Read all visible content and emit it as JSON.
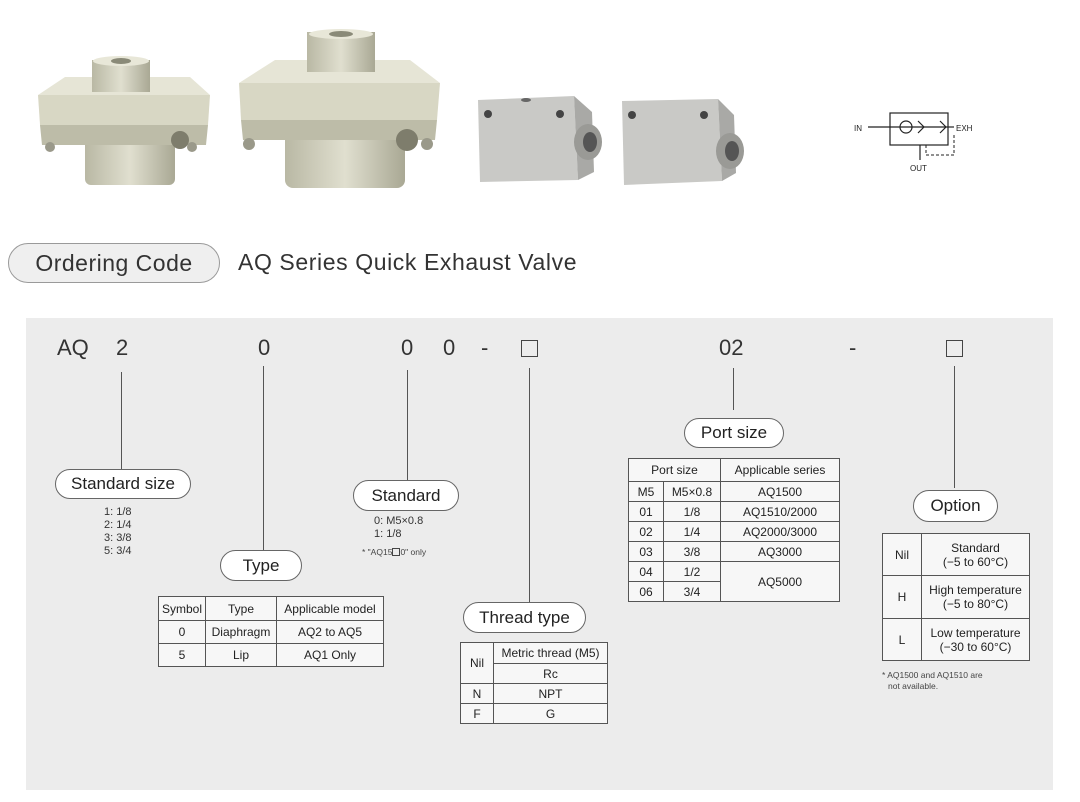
{
  "symbol": {
    "in": "IN",
    "exh": "EXH",
    "out": "OUT"
  },
  "heading": {
    "pill": "Ordering Code",
    "title": "AQ Series Quick Exhaust Valve"
  },
  "code": {
    "prefix": "AQ",
    "size": "2",
    "type": "0",
    "standard": "0",
    "std2": "0",
    "dash1": "-",
    "dash2": "-",
    "port": "02"
  },
  "standard_size": {
    "label": "Standard size",
    "items": [
      "1: 1/8",
      "2: 1/4",
      "3: 3/8",
      "5: 3/4"
    ]
  },
  "type_section": {
    "label": "Type",
    "headers": [
      "Symbol",
      "Type",
      "Applicable model"
    ],
    "rows": [
      [
        "0",
        "Diaphragm",
        "AQ2 to AQ5"
      ],
      [
        "5",
        "Lip",
        "AQ1 Only"
      ]
    ]
  },
  "standard_section": {
    "label": "Standard",
    "items": [
      "0: M5×0.8",
      "1: 1/8"
    ],
    "note_pre": "* \"AQ15",
    "note_post": "0\" only"
  },
  "thread_section": {
    "label": "Thread type",
    "rows": [
      [
        "Nil",
        "Metric thread (M5)"
      ],
      [
        "",
        "Rc"
      ],
      [
        "N",
        "NPT"
      ],
      [
        "F",
        "G"
      ]
    ]
  },
  "port_section": {
    "label": "Port size",
    "headers": [
      "Port size",
      "Applicable series"
    ],
    "rows": [
      [
        "M5",
        "M5×0.8",
        "AQ1500"
      ],
      [
        "01",
        "1/8",
        "AQ1510/2000"
      ],
      [
        "02",
        "1/4",
        "AQ2000/3000"
      ],
      [
        "03",
        "3/8",
        "AQ3000"
      ],
      [
        "04",
        "1/2",
        "AQ5000"
      ],
      [
        "06",
        "3/4",
        ""
      ]
    ]
  },
  "option_section": {
    "label": "Option",
    "rows": [
      [
        "Nil",
        "Standard",
        "(−5 to 60°C)"
      ],
      [
        "H",
        "High temperature",
        "(−5 to 80°C)"
      ],
      [
        "L",
        "Low temperature",
        "(−30 to 60°C)"
      ]
    ],
    "note_line1": "* AQ1500 and AQ1510 are",
    "note_line2": "not available."
  }
}
